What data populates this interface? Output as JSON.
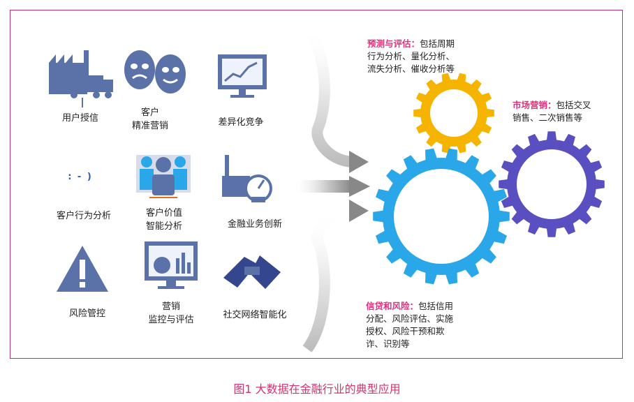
{
  "icons": [
    {
      "name": "factory-truck-icon",
      "label": "用户授信"
    },
    {
      "name": "theater-masks-icon",
      "label": "客户\n精准营销"
    },
    {
      "name": "monitor-chart-icon",
      "label": "差异化竞争"
    },
    {
      "name": "symbol-text-icon",
      "label": "客户行为分析",
      "glyph": ": - )"
    },
    {
      "name": "people-group-icon",
      "label": "客户价值\n智能分析"
    },
    {
      "name": "industry-gauge-icon",
      "label": "金融业务创新"
    },
    {
      "name": "warning-triangle-icon",
      "label": "风险管控"
    },
    {
      "name": "dashboard-monitor-icon",
      "label": "营销\n监控与评估"
    },
    {
      "name": "handshake-icon",
      "label": "社交网络智能化"
    }
  ],
  "gears": {
    "top": {
      "title": "预测与评估：",
      "text": "包括周期\n行为分析、量化分析、\n流失分析、催收分析等",
      "color": "#f5b400"
    },
    "right": {
      "title": "市场营销：",
      "text": "包括交叉\n销售、二次销售等",
      "color": "#5a4fc0"
    },
    "bottom": {
      "title": "信贷和风险：",
      "text": "包括信用\n分配、风险评估、实施\n授权、风险干预和欺\n诈、识别等",
      "color": "#2aa7e8"
    }
  },
  "caption": "图1   大数据在金融行业的典型应用",
  "colors": {
    "icon": "#5b72a8",
    "frame": "#c0307a",
    "accent": "#e0317a"
  }
}
